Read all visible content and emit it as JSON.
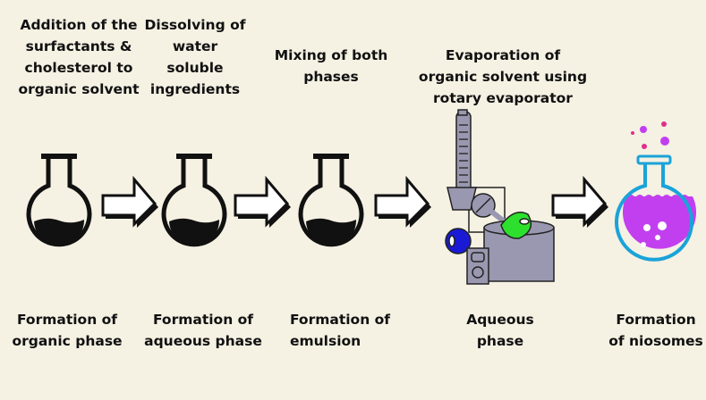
{
  "steps": [
    {
      "top": [
        "Addition of the",
        "surfactants &",
        "cholesterol to",
        "organic solvent"
      ],
      "bottom": [
        "Formation of",
        "organic phase"
      ]
    },
    {
      "top": [
        "Dissolving of",
        "water",
        "soluble",
        "ingredients"
      ],
      "bottom": [
        "Formation of",
        "aqueous phase"
      ]
    },
    {
      "top": [
        "Mixing of both",
        "phases"
      ],
      "bottom": [
        "Formation of",
        "emulsion"
      ]
    },
    {
      "top": [
        "Evaporation of",
        "organic solvent using",
        "rotary evaporator"
      ],
      "bottom": [
        "Aqueous",
        "phase"
      ]
    },
    {
      "top": [],
      "bottom": [
        "Formation",
        "of niosomes"
      ]
    }
  ],
  "colors": {
    "background": "#f5f1e3",
    "niosome": "#c23ff0",
    "flask_outline": "#1aa3d9",
    "evaporator": "#9a98b0",
    "blue_flask": "#1a1ad6",
    "green_flask": "#2ee02e"
  }
}
